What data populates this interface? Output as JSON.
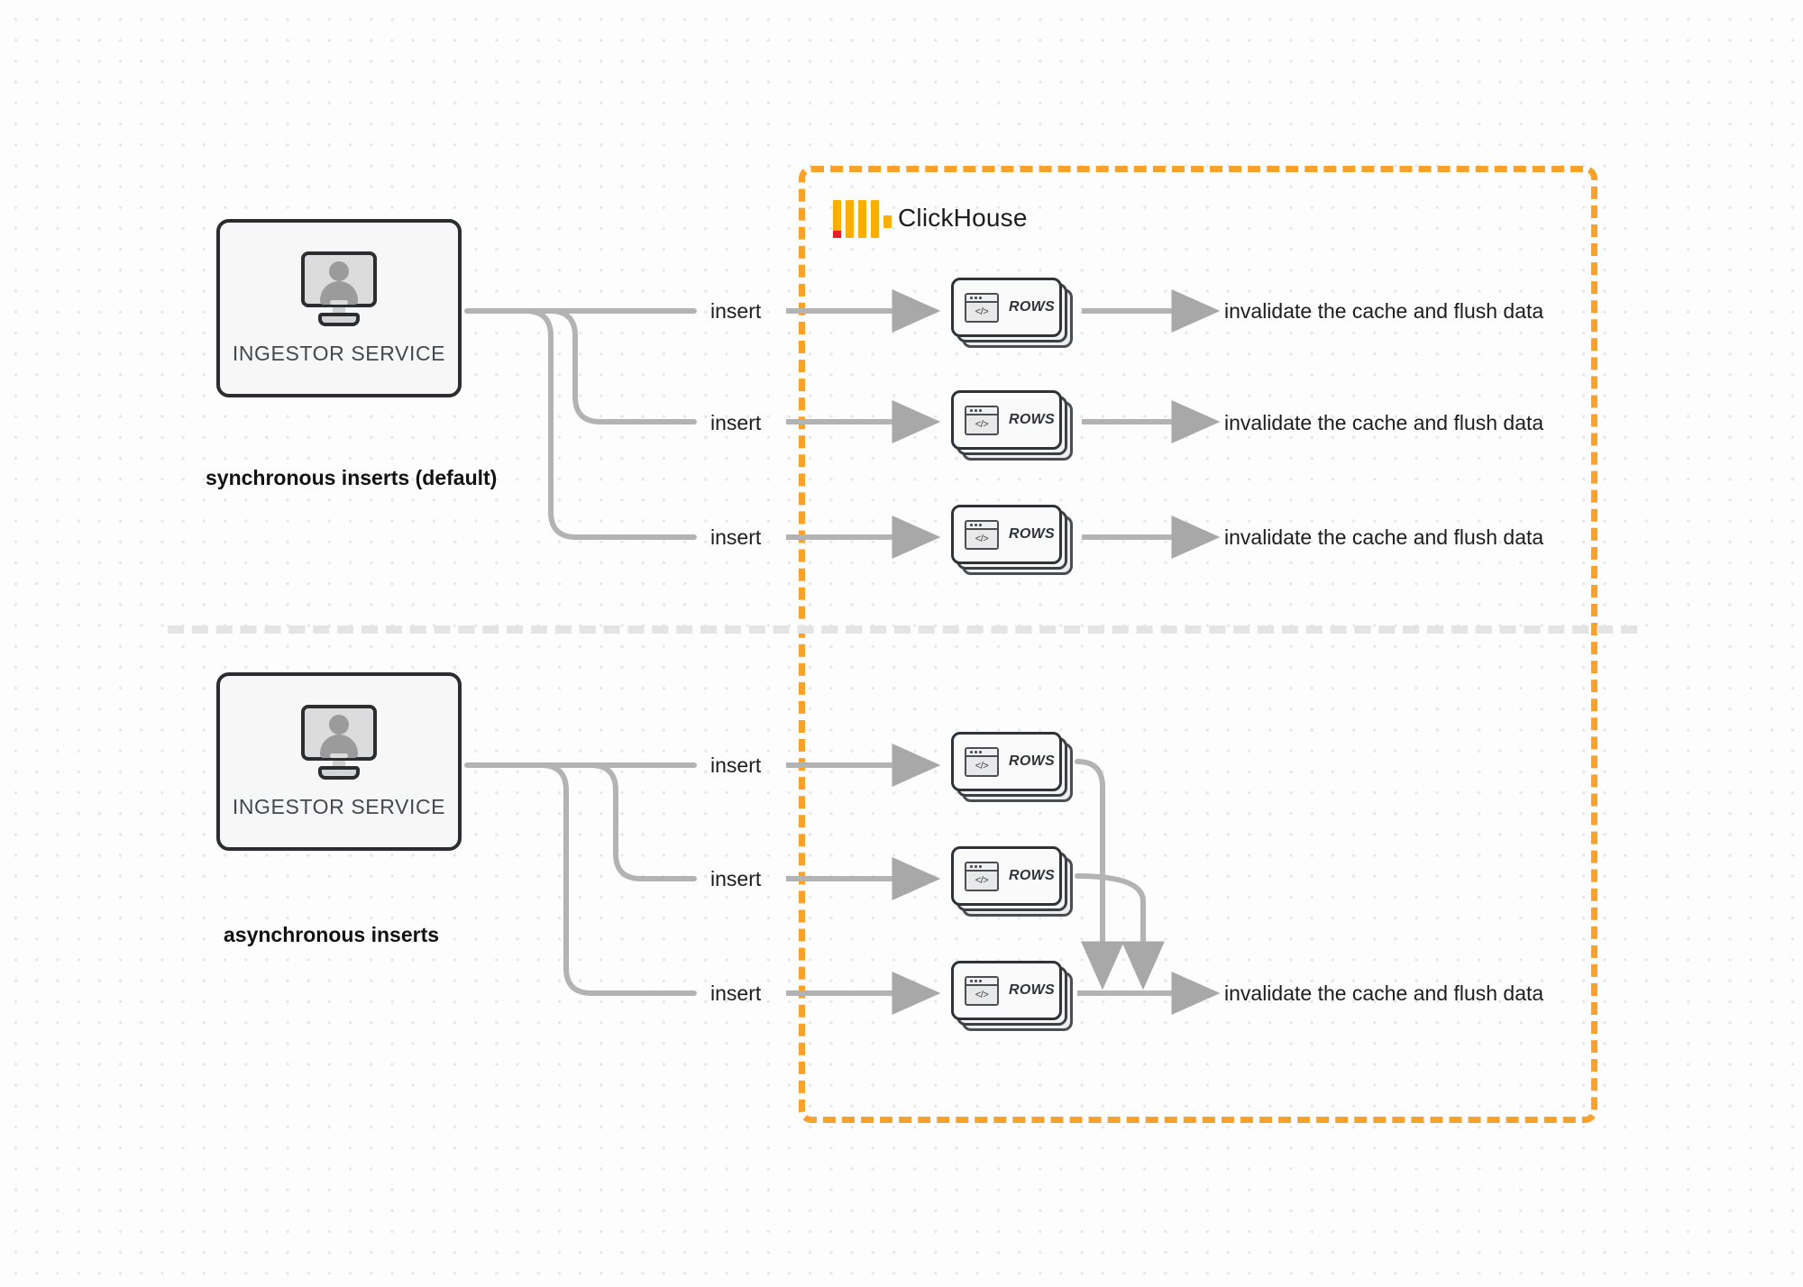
{
  "diagram": {
    "title": "ClickHouse synchronous vs asynchronous inserts",
    "boundary_label": "ClickHouse",
    "boundary_color": "#F8A12B",
    "logo_color": "#FAAE00",
    "logo_accent_color": "#ED1C24",
    "background_color": "#fdfdfd"
  },
  "sections": [
    {
      "id": "synchronous",
      "caption": "synchronous inserts (default)",
      "source": {
        "label": "INGESTOR SERVICE",
        "icon": "monitor-user-icon"
      },
      "edges": [
        {
          "label": "insert"
        },
        {
          "label": "insert"
        },
        {
          "label": "insert"
        }
      ],
      "nodes": [
        {
          "label": "ROWS",
          "icon": "code-window-icon"
        },
        {
          "label": "ROWS",
          "icon": "code-window-icon"
        },
        {
          "label": "ROWS",
          "icon": "code-window-icon"
        }
      ],
      "outputs": [
        {
          "label": "invalidate the cache and flush data"
        },
        {
          "label": "invalidate the cache and flush data"
        },
        {
          "label": "invalidate the cache and flush data"
        }
      ]
    },
    {
      "id": "asynchronous",
      "caption": "asynchronous inserts",
      "source": {
        "label": "INGESTOR SERVICE",
        "icon": "monitor-user-icon"
      },
      "edges": [
        {
          "label": "insert"
        },
        {
          "label": "insert"
        },
        {
          "label": "insert"
        }
      ],
      "nodes": [
        {
          "label": "ROWS",
          "icon": "code-window-icon"
        },
        {
          "label": "ROWS",
          "icon": "code-window-icon"
        },
        {
          "label": "ROWS",
          "icon": "code-window-icon"
        }
      ],
      "outputs": [
        {
          "label": "invalidate the cache and flush data"
        }
      ]
    }
  ],
  "icons": {
    "code_glyph": "</>"
  }
}
